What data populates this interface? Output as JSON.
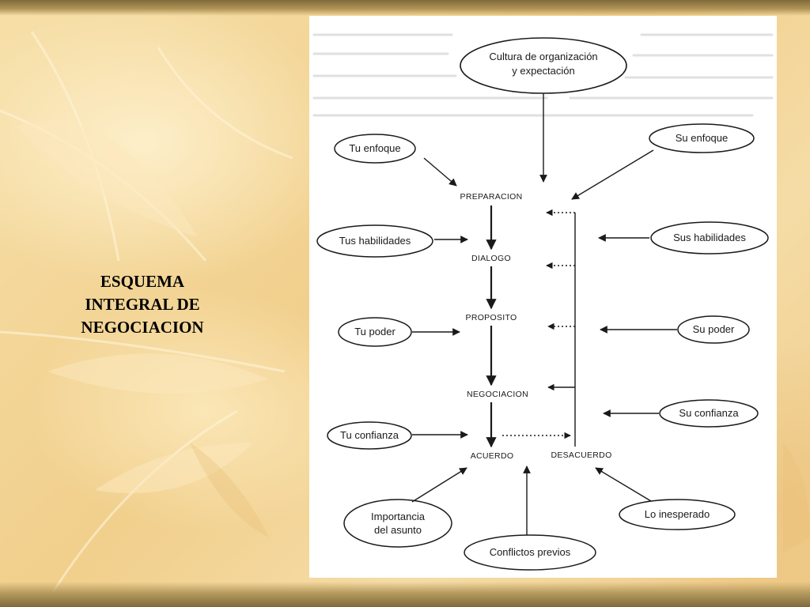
{
  "slide": {
    "title_lines": [
      "ESQUEMA",
      "INTEGRAL DE",
      "NEGOCIACION"
    ]
  },
  "diagram": {
    "top_node": {
      "line1": "Cultura de organización",
      "line2": "y expectación"
    },
    "left_inputs": {
      "enfoque": "Tu enfoque",
      "habilidades": "Tus habilidades",
      "poder": "Tu poder",
      "confianza": "Tu confianza"
    },
    "right_inputs": {
      "enfoque": "Su enfoque",
      "habilidades": "Sus habilidades",
      "poder": "Su poder",
      "confianza": "Su confianza"
    },
    "stages": {
      "preparacion": "PREPARACION",
      "dialogo": "DIALOGO",
      "proposito": "PROPOSITO",
      "negociacion": "NEGOCIACION",
      "acuerdo": "ACUERDO",
      "desacuerdo": "DESACUERDO"
    },
    "bottom_inputs": {
      "importancia_line1": "Importancia",
      "importancia_line2": "del asunto",
      "conflictos": "Conflictos previos",
      "inesperado": "Lo inesperado"
    }
  }
}
